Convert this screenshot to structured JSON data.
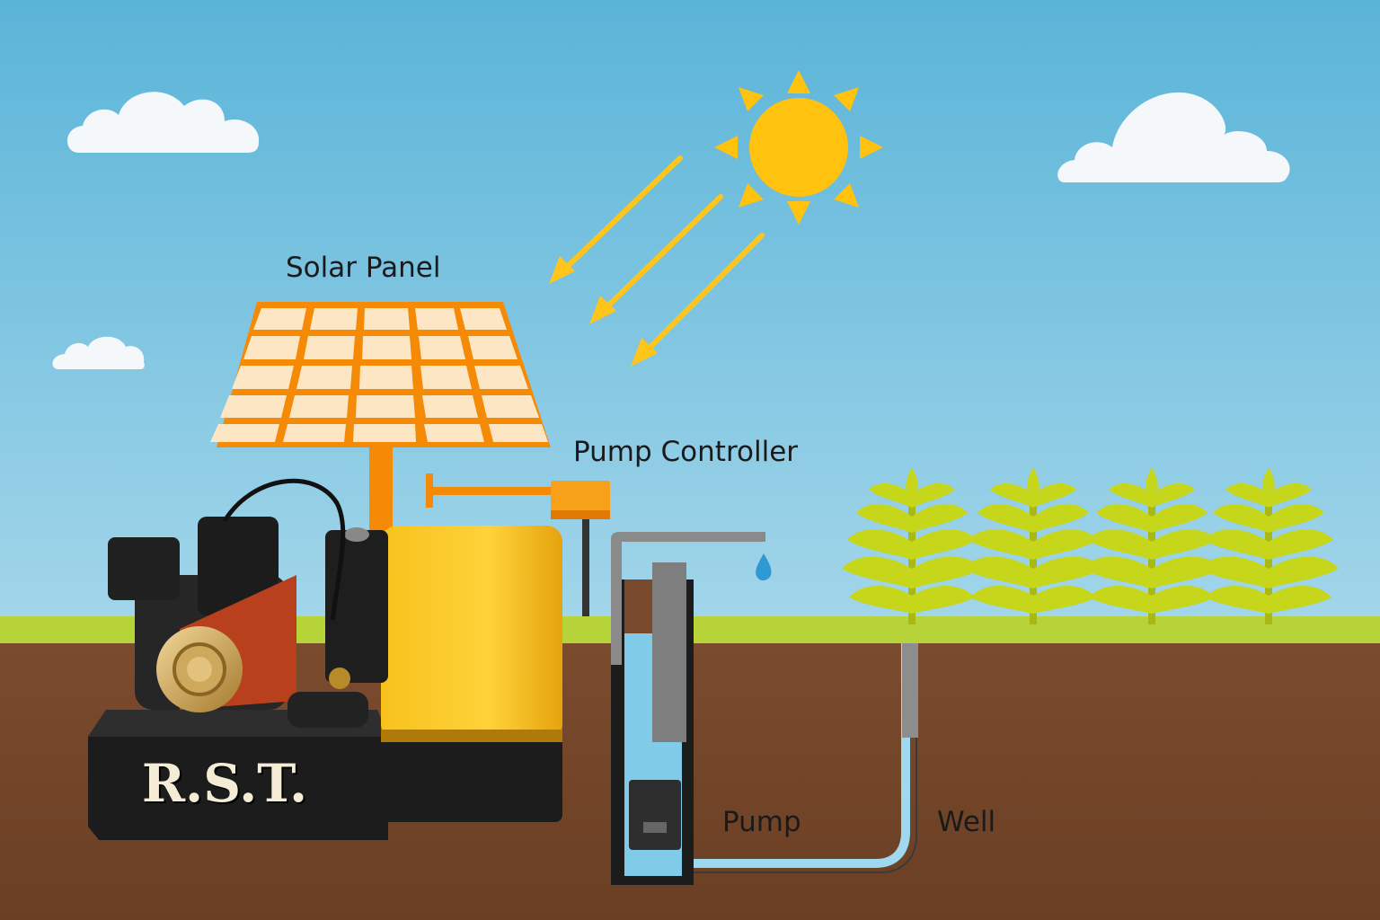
{
  "labels": {
    "solar_panel": "Solar Panel",
    "pump_controller": "Pump Controller",
    "pump": "Pump",
    "well": "Well"
  },
  "brand": {
    "text": "R.S.T."
  },
  "colors": {
    "sky_top": "#5ab4d8",
    "sky_bottom": "#9cd3e8",
    "grass": "#b6d33a",
    "soil": "#7a4a2e",
    "sun": "#ffc20e",
    "panel_frame": "#f58a07",
    "panel_cell": "#fde6c4",
    "crops": "#c6d61a",
    "water": "#6fc8e8",
    "pump_body": "#f5bf1a",
    "pump_base": "#1e1e1e"
  }
}
